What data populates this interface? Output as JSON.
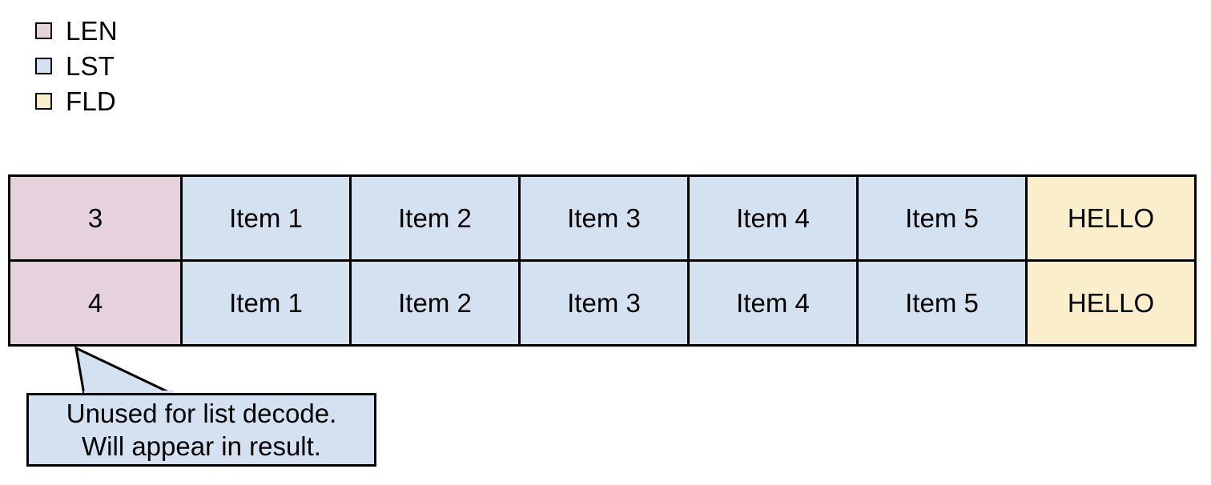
{
  "legend": {
    "items": [
      {
        "label": "LEN",
        "color": "#e6d2dd"
      },
      {
        "label": "LST",
        "color": "#d4e1f0"
      },
      {
        "label": "FLD",
        "color": "#faeecb"
      }
    ]
  },
  "table": {
    "columns": [
      {
        "key": "len",
        "type": "LEN"
      },
      {
        "key": "item1",
        "type": "LST"
      },
      {
        "key": "item2",
        "type": "LST"
      },
      {
        "key": "item3",
        "type": "LST"
      },
      {
        "key": "item4",
        "type": "LST"
      },
      {
        "key": "item5",
        "type": "LST"
      },
      {
        "key": "fld",
        "type": "FLD"
      }
    ],
    "rows": [
      {
        "len": "3",
        "item1": "Item 1",
        "item2": "Item 2",
        "item3": "Item 3",
        "item4": "Item 4",
        "item5": "Item 5",
        "fld": "HELLO"
      },
      {
        "len": "4",
        "item1": "Item 1",
        "item2": "Item 2",
        "item3": "Item 3",
        "item4": "Item 4",
        "item5": "Item 5",
        "fld": "HELLO"
      }
    ]
  },
  "callout": {
    "line1": "Unused for list decode.",
    "line2": "Will appear in result.",
    "fill": "#d4e1f0",
    "stroke": "#000000"
  },
  "colors": {
    "len": "#e6d2dd",
    "lst": "#d4e1f0",
    "fld": "#faeecb",
    "stroke": "#000000",
    "background": "#ffffff"
  }
}
